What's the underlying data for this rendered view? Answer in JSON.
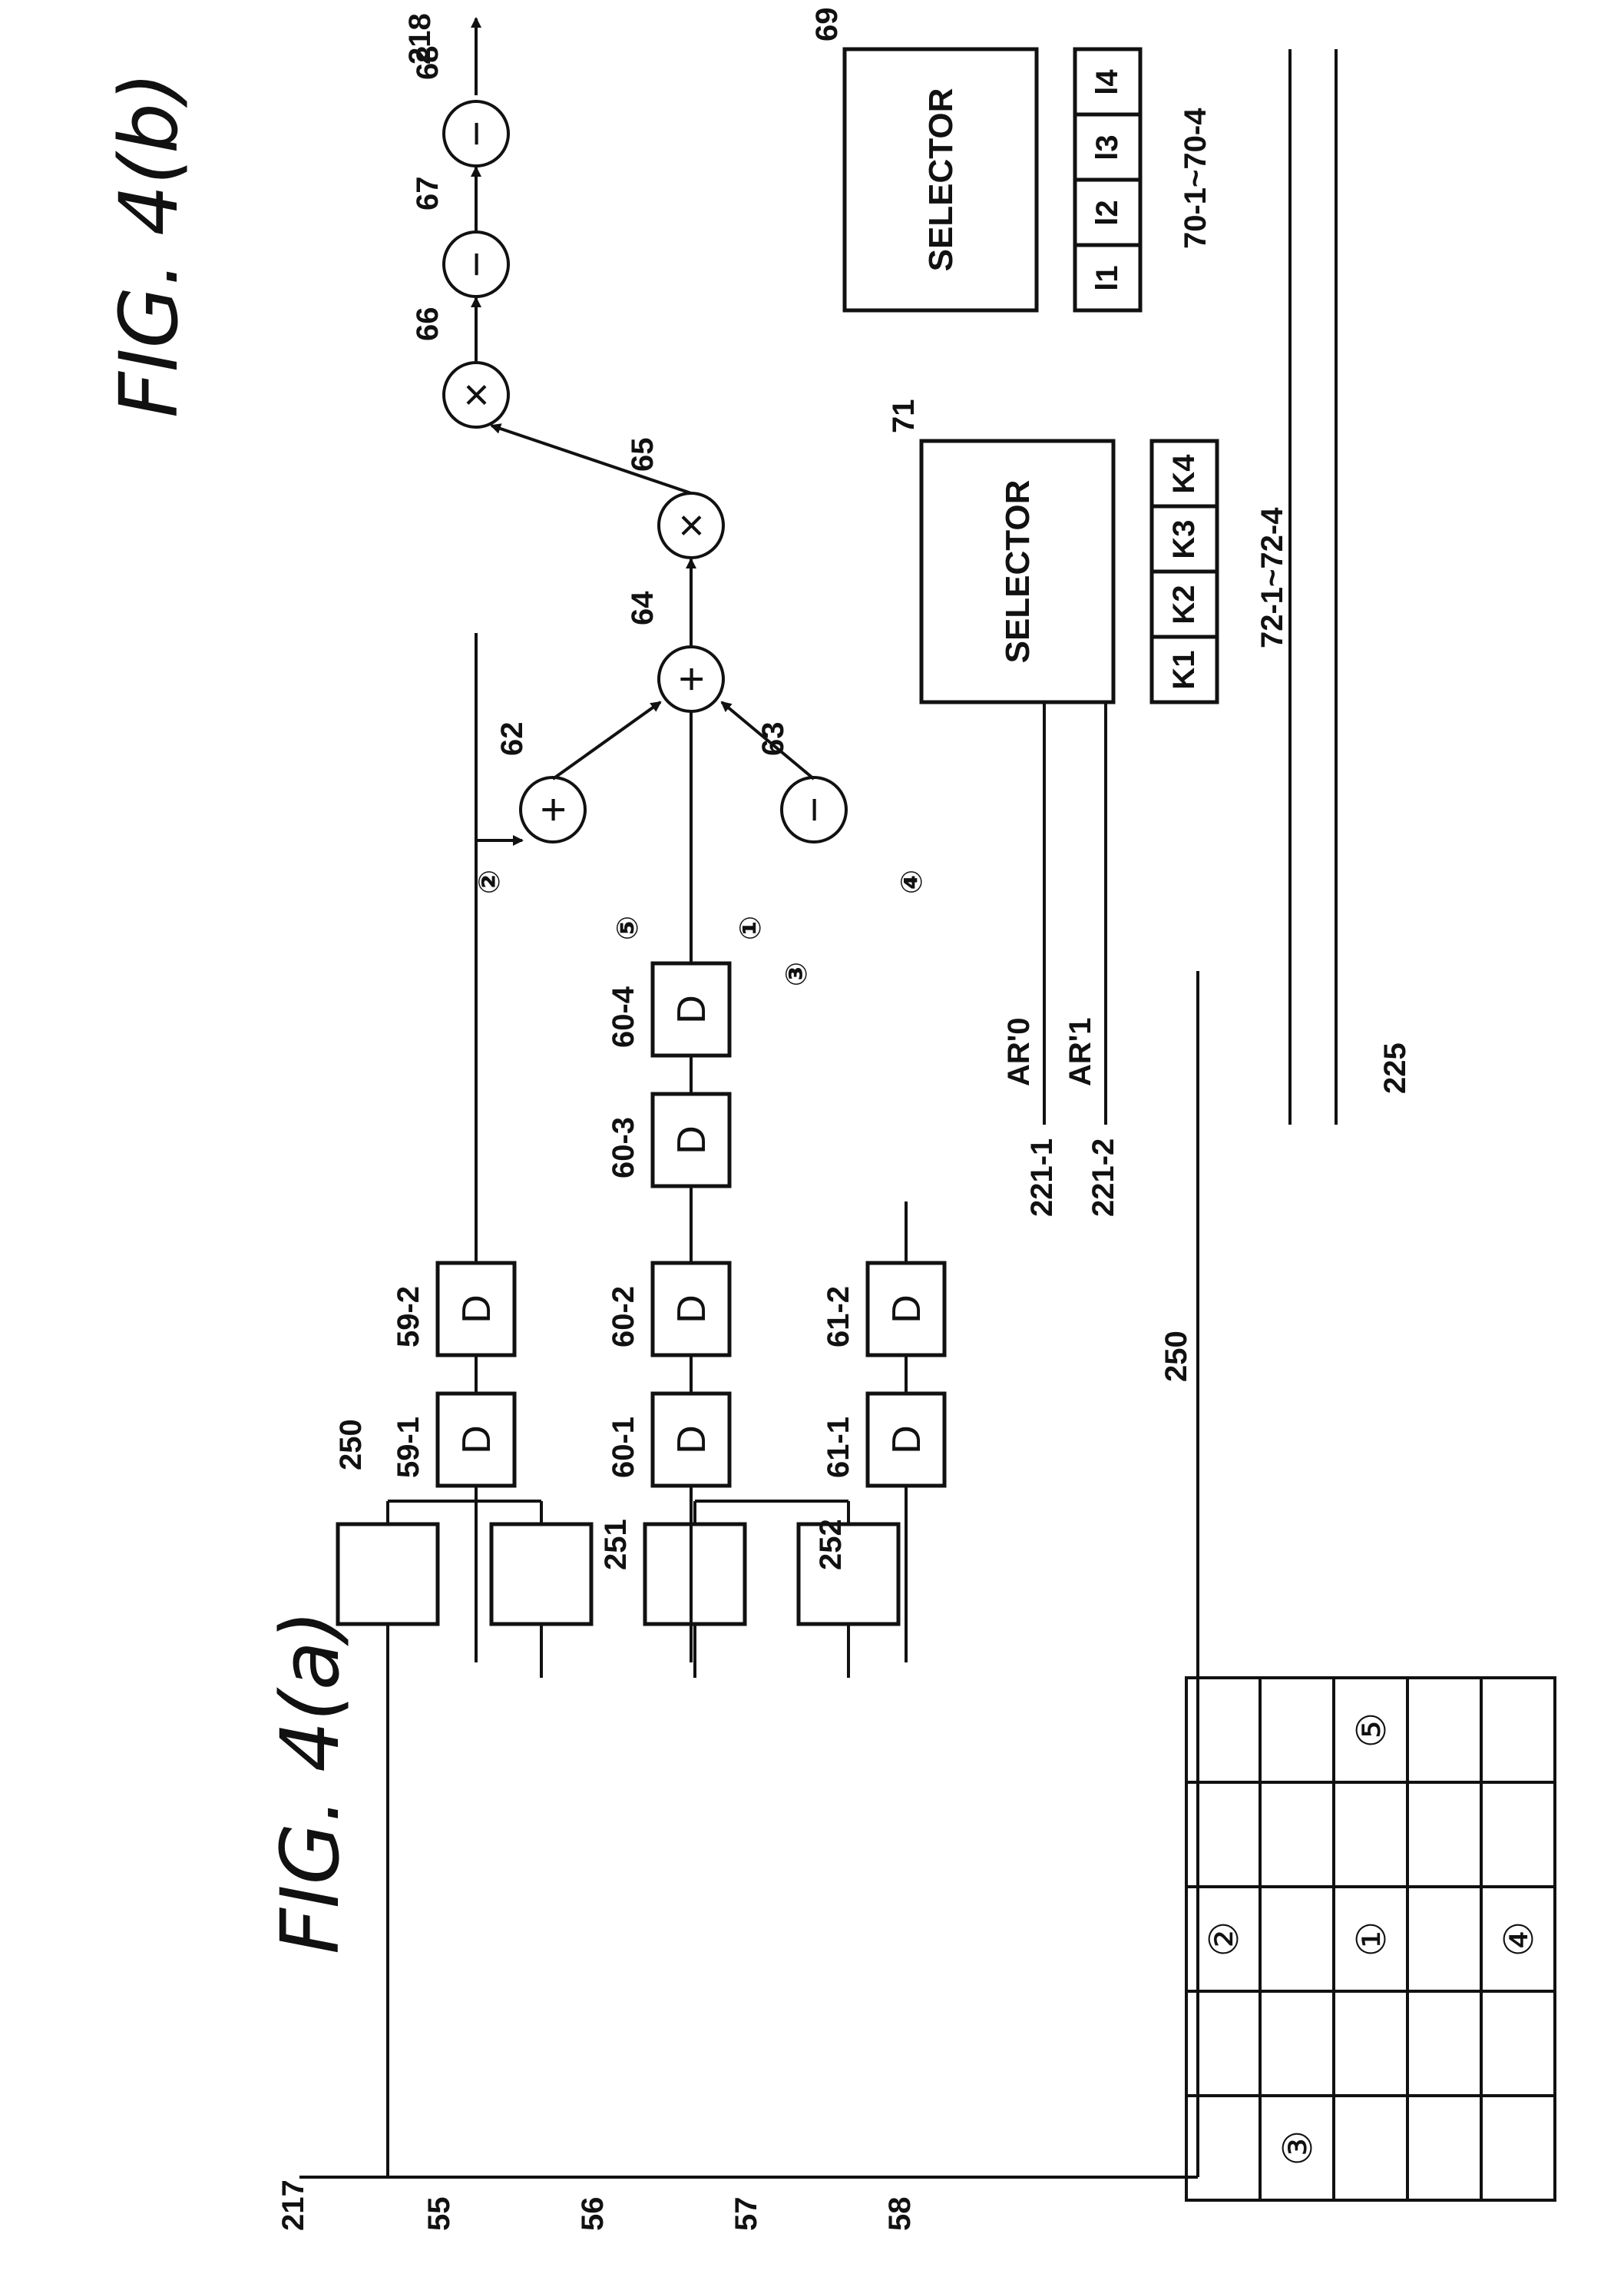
{
  "figures": {
    "fig_a_title": "FIG. 4(a)",
    "fig_b_title": "FIG. 4(b)"
  },
  "fig_a_grid": {
    "rows": 5,
    "cols": 5,
    "marks": [
      "③",
      "②",
      "①",
      "④",
      "⑤"
    ]
  },
  "labels": {
    "input": "217",
    "output": "218",
    "bus": "225",
    "line_250": "250",
    "line_251": "251",
    "line_252": "252",
    "block_55": "55",
    "block_56": "56",
    "block_57": "57",
    "block_58": "58",
    "d_59_1": "59-1",
    "d_59_2": "59-2",
    "d_60_1": "60-1",
    "d_60_2": "60-2",
    "d_60_3": "60-3",
    "d_60_4": "60-4",
    "d_61_1": "61-1",
    "d_61_2": "61-2",
    "op_62": "62",
    "op_63": "63",
    "op_64": "64",
    "op_65": "65",
    "op_66": "66",
    "op_67": "67",
    "op_68": "68",
    "selector_69": "69",
    "selector_71": "71",
    "regs_70": "70-1~70-4",
    "regs_72": "72-1~72-4",
    "line_221_1": "221-1",
    "line_221_2": "221-2",
    "ar0": "AR'0",
    "ar1": "AR'1"
  },
  "delay_text": "D",
  "selector_text": "SELECTOR",
  "operators": {
    "plus": "+",
    "minus": "−",
    "times": "×"
  },
  "taps": {
    "t1": "①",
    "t2": "②",
    "t3": "③",
    "t4": "④",
    "t5": "⑤"
  },
  "k_regs": [
    "K1",
    "K2",
    "K3",
    "K4"
  ],
  "l_regs": [
    "l1",
    "l2",
    "l3",
    "l4"
  ]
}
